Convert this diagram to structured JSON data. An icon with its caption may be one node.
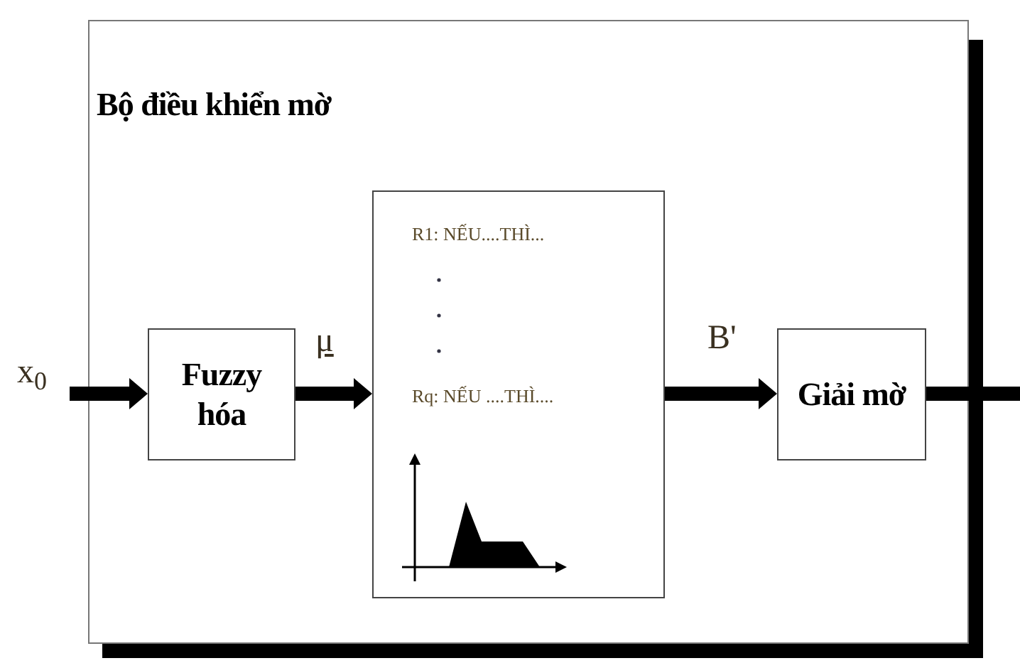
{
  "diagram": {
    "nodes": [
      {
        "text": [
          "Bộ điều khiển mờ"
        ]
      },
      {
        "text": [
          "Fuzzy hóa"
        ],
        "in": 0
      },
      {
        "text": [
          "R1: NẾU....THÌ...",
          "Rq: NẾU ....THÌ...."
        ],
        "in": 0
      },
      {
        "text": [
          "Giải mờ"
        ],
        "in": 0
      }
    ],
    "edges": [
      {
        "from": null,
        "to": 1,
        "arrow": "to",
        "label": "x$_{0}$"
      },
      {
        "from": 1,
        "to": 2,
        "arrow": "to",
        "label": "μ"
      },
      {
        "from": 2,
        "to": 3,
        "arrow": "to",
        "label": "B'"
      },
      {
        "from": 3,
        "to": null,
        "arrow": "none"
      }
    ]
  }
}
